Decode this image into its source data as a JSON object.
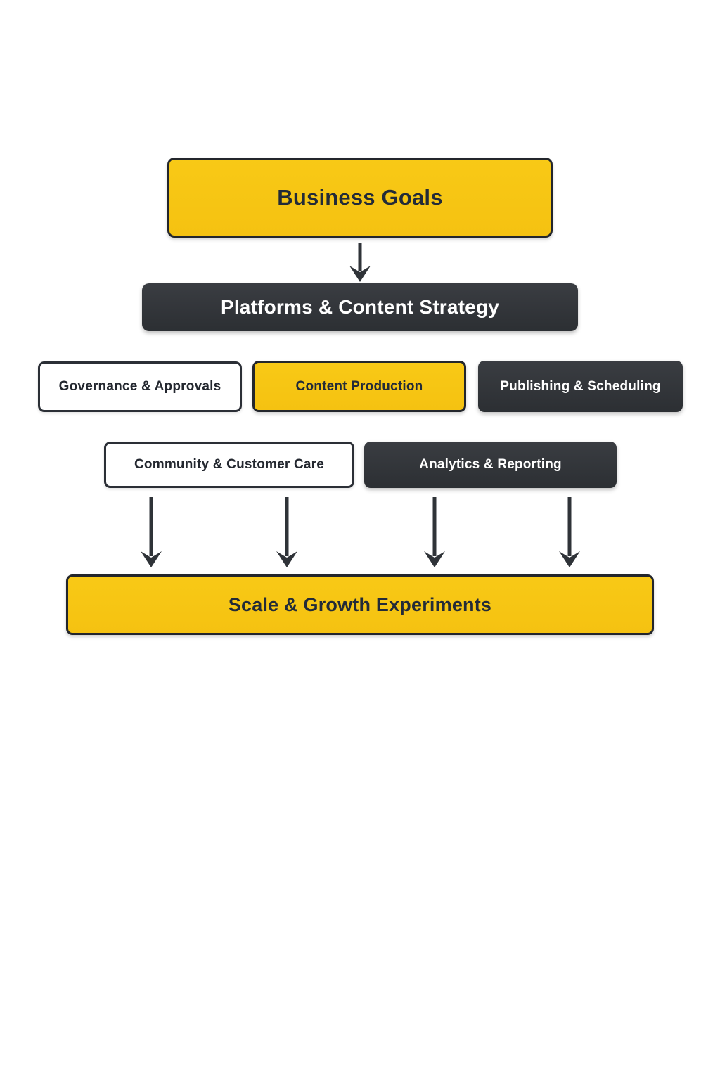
{
  "diagram": {
    "title_box": {
      "label": "Business Goals"
    },
    "strategy_box": {
      "label": "Platforms & Content Strategy"
    },
    "row1": [
      {
        "label": "Governance & Approvals",
        "variant": "outline"
      },
      {
        "label": "Content Production",
        "variant": "yellow"
      },
      {
        "label": "Publishing & Scheduling",
        "variant": "dark"
      }
    ],
    "row2": [
      {
        "label": "Community & Customer Care",
        "variant": "outline"
      },
      {
        "label": "Analytics & Reporting",
        "variant": "dark"
      }
    ],
    "bottom_box": {
      "label": "Scale & Growth Experiments"
    },
    "colors": {
      "accent_yellow": "#F5C313",
      "dark_node": "#33363B",
      "border_dark": "#23262C",
      "text_dark": "#232B38",
      "text_light": "#FFFFFF",
      "arrow": "#2F3338",
      "background": "#FFFFFF"
    }
  }
}
